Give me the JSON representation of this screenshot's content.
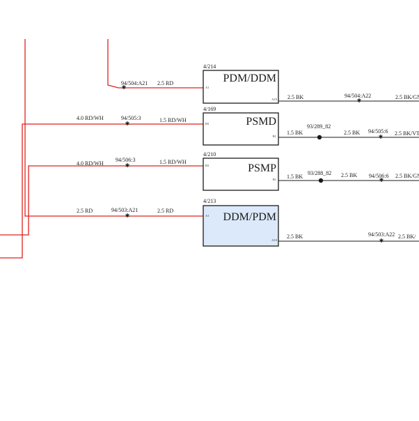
{
  "colors": {
    "red_wire": "#e0201a",
    "black_wire": "#1a1a1a",
    "highlight_fill": "#dce9fb"
  },
  "modules": [
    {
      "ref": "4/214",
      "title": "PDM/DDM",
      "pin_in": "A1",
      "pin_out": "A10",
      "highlighted": false
    },
    {
      "ref": "4/169",
      "title": "PSMD",
      "pin_in": "B3",
      "pin_out": "B1",
      "highlighted": false
    },
    {
      "ref": "4/210",
      "title": "PSMP",
      "pin_in": "B3",
      "pin_out": "B1",
      "highlighted": false
    },
    {
      "ref": "4/213",
      "title": "DDM/PDM",
      "pin_in": "A1",
      "pin_out": "A10",
      "highlighted": true
    }
  ],
  "red_wires": [
    {
      "left_label": "",
      "connector": "94/504:A21",
      "right_label": "2.5 RD"
    },
    {
      "left_label": "4.0 RD/WH",
      "connector": "94/505:3",
      "right_label": "1.5 RD/WH"
    },
    {
      "left_label": "4.0 RD/WH",
      "connector": "94/506:3",
      "right_label": "1.5 RD/WH"
    },
    {
      "left_label": "2.5 RD",
      "connector": "94/503:A21",
      "right_label": "2.5 RD"
    }
  ],
  "black_wires": [
    {
      "label1": "2.5 BK",
      "splice": "",
      "label2": "",
      "connector": "94/504:A22",
      "end_label": "2.5 BK/GN"
    },
    {
      "label1": "1.5 BK",
      "splice": "93/289_82",
      "label2": "2.5 BK",
      "connector": "94/505:6",
      "end_label": "2.5 BK/VT"
    },
    {
      "label1": "1.5 BK",
      "splice": "93/288_82",
      "label2": "2.5 BK",
      "connector": "94/506:6",
      "end_label": "2.5 BK/GN"
    },
    {
      "label1": "2.5 BK",
      "splice": "",
      "label2": "",
      "connector": "94/503:A22",
      "end_label": "2.5 BK/"
    }
  ]
}
